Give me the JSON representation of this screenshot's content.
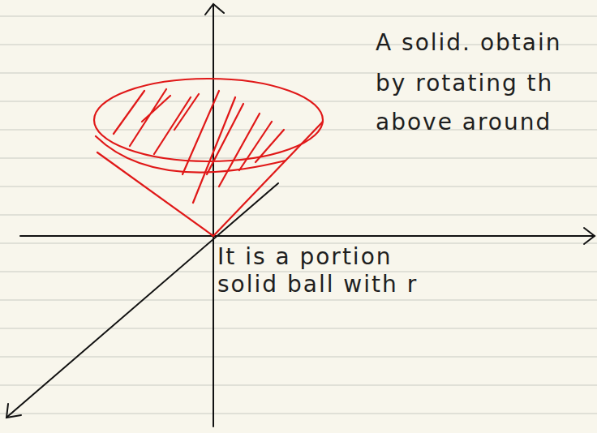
{
  "diagram": {
    "labels": [
      "A solid. obtain",
      "by rotating th",
      "above around",
      "It is a portion",
      "solid ball with r"
    ]
  }
}
